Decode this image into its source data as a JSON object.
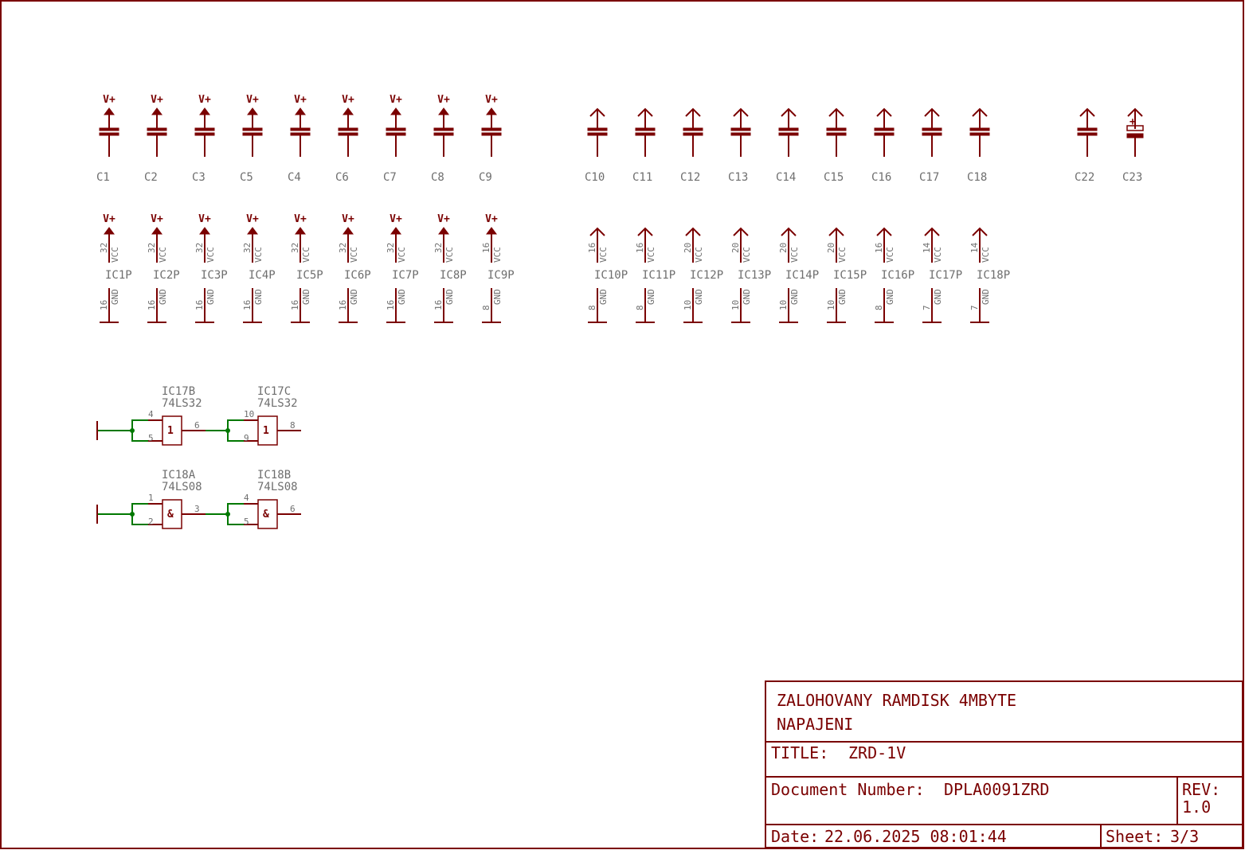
{
  "supply_label": "V+",
  "pin_labels": {
    "vcc": "VCC",
    "gnd": "GND"
  },
  "cap_row_a": [
    {
      "name": "C1",
      "supply": true
    },
    {
      "name": "C2",
      "supply": true
    },
    {
      "name": "C3",
      "supply": true
    },
    {
      "name": "C5",
      "supply": true
    },
    {
      "name": "C4",
      "supply": true
    },
    {
      "name": "C6",
      "supply": true
    },
    {
      "name": "C7",
      "supply": true
    },
    {
      "name": "C8",
      "supply": true
    },
    {
      "name": "C9",
      "supply": true
    }
  ],
  "cap_row_b": [
    "C10",
    "C11",
    "C12",
    "C13",
    "C14",
    "C15",
    "C16",
    "C17",
    "C18"
  ],
  "cap_row_c": [
    {
      "name": "C22",
      "polarized": false
    },
    {
      "name": "C23",
      "polarized": true
    }
  ],
  "polarity_mark": "+",
  "ic_row_a": [
    {
      "name": "IC1P",
      "vcc_pin": "32",
      "gnd_pin": "16"
    },
    {
      "name": "IC2P",
      "vcc_pin": "32",
      "gnd_pin": "16"
    },
    {
      "name": "IC3P",
      "vcc_pin": "32",
      "gnd_pin": "16"
    },
    {
      "name": "IC4P",
      "vcc_pin": "32",
      "gnd_pin": "16"
    },
    {
      "name": "IC5P",
      "vcc_pin": "32",
      "gnd_pin": "16"
    },
    {
      "name": "IC6P",
      "vcc_pin": "32",
      "gnd_pin": "16"
    },
    {
      "name": "IC7P",
      "vcc_pin": "32",
      "gnd_pin": "16"
    },
    {
      "name": "IC8P",
      "vcc_pin": "32",
      "gnd_pin": "16"
    },
    {
      "name": "IC9P",
      "vcc_pin": "16",
      "gnd_pin": "8"
    }
  ],
  "ic_row_b": [
    {
      "name": "IC10P",
      "vcc_pin": "16",
      "gnd_pin": "8"
    },
    {
      "name": "IC11P",
      "vcc_pin": "16",
      "gnd_pin": "8"
    },
    {
      "name": "IC12P",
      "vcc_pin": "20",
      "gnd_pin": "10"
    },
    {
      "name": "IC13P",
      "vcc_pin": "20",
      "gnd_pin": "10"
    },
    {
      "name": "IC14P",
      "vcc_pin": "20",
      "gnd_pin": "10"
    },
    {
      "name": "IC15P",
      "vcc_pin": "20",
      "gnd_pin": "10"
    },
    {
      "name": "IC16P",
      "vcc_pin": "16",
      "gnd_pin": "8"
    },
    {
      "name": "IC17P",
      "vcc_pin": "14",
      "gnd_pin": "7"
    },
    {
      "name": "IC18P",
      "vcc_pin": "14",
      "gnd_pin": "7"
    }
  ],
  "gates": [
    {
      "ref": "IC17B",
      "part": "74LS32",
      "symbol": "1",
      "in_a": "4",
      "in_b": "5",
      "out": "6"
    },
    {
      "ref": "IC17C",
      "part": "74LS32",
      "symbol": "1",
      "in_a": "10",
      "in_b": "9",
      "out": "8"
    },
    {
      "ref": "IC18A",
      "part": "74LS08",
      "symbol": "&",
      "in_a": "1",
      "in_b": "2",
      "out": "3"
    },
    {
      "ref": "IC18B",
      "part": "74LS08",
      "symbol": "&",
      "in_a": "4",
      "in_b": "5",
      "out": "6"
    }
  ],
  "title_block": {
    "line1": "ZALOHOVANY RAMDISK 4MBYTE",
    "line2": "NAPAJENI",
    "title_label": "TITLE:",
    "title_value": "ZRD-1V",
    "docnum_label": "Document Number:",
    "docnum_value": "DPLA0091ZRD",
    "rev_label": "REV:",
    "rev_value": "1.0",
    "date_label": "Date:",
    "date_value": "22.06.2025 08:01:44",
    "sheet_label": "Sheet:",
    "sheet_value": "3/3"
  },
  "colors": {
    "symbol": "#7a0000",
    "net": "#007800",
    "label": "#6e6e6e"
  }
}
